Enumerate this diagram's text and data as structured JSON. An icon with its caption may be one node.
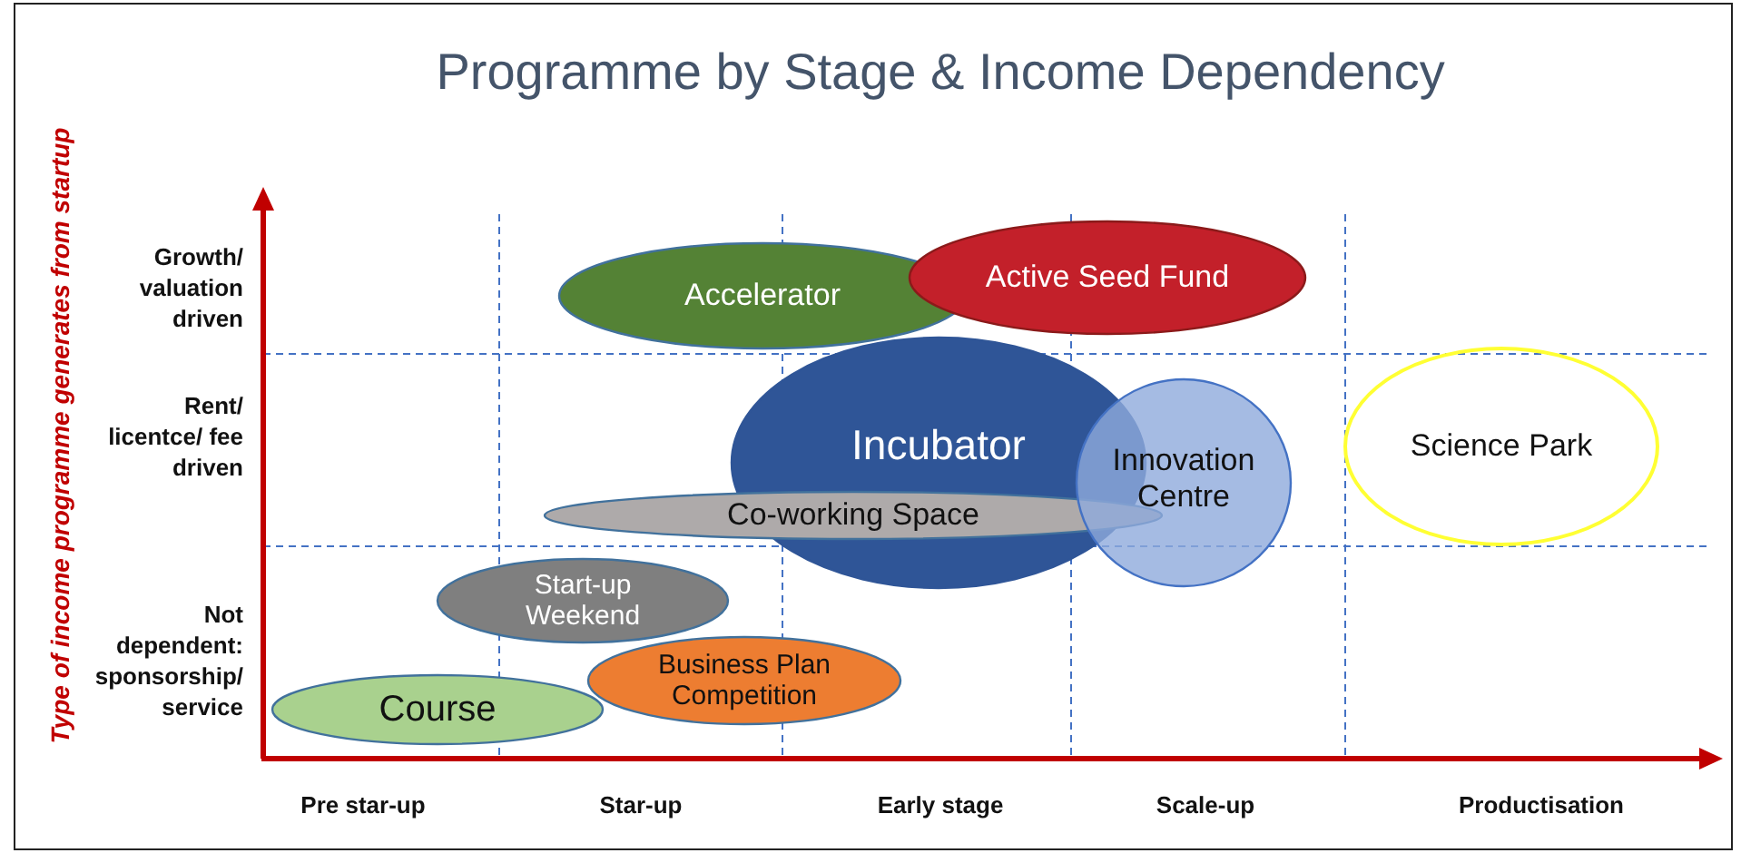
{
  "diagram": {
    "title": "Programme by Stage & Income Dependency",
    "nodes": [
      {
        "text": [
          "Accelerator"
        ]
      },
      {
        "text": [
          "Active Seed Fund"
        ]
      },
      {
        "text": [
          "Incubator"
        ]
      },
      {
        "text": [
          "Innovation Centre"
        ]
      },
      {
        "text": [
          "Science Park"
        ]
      },
      {
        "text": [
          "Co-working Space"
        ]
      },
      {
        "text": [
          "Start-up Weekend"
        ]
      },
      {
        "text": [
          "Business Plan Competition"
        ]
      },
      {
        "text": [
          "Course"
        ]
      }
    ],
    "labels": [
      "Type of income programme generates from startup",
      "Growth/ valuation driven",
      "Rent/ licentce/ fee driven",
      "Not dependent: sponsorship/ service",
      "Pre star-up",
      "Star-up",
      "Early stage",
      "Scale-up",
      "Productisation"
    ]
  }
}
